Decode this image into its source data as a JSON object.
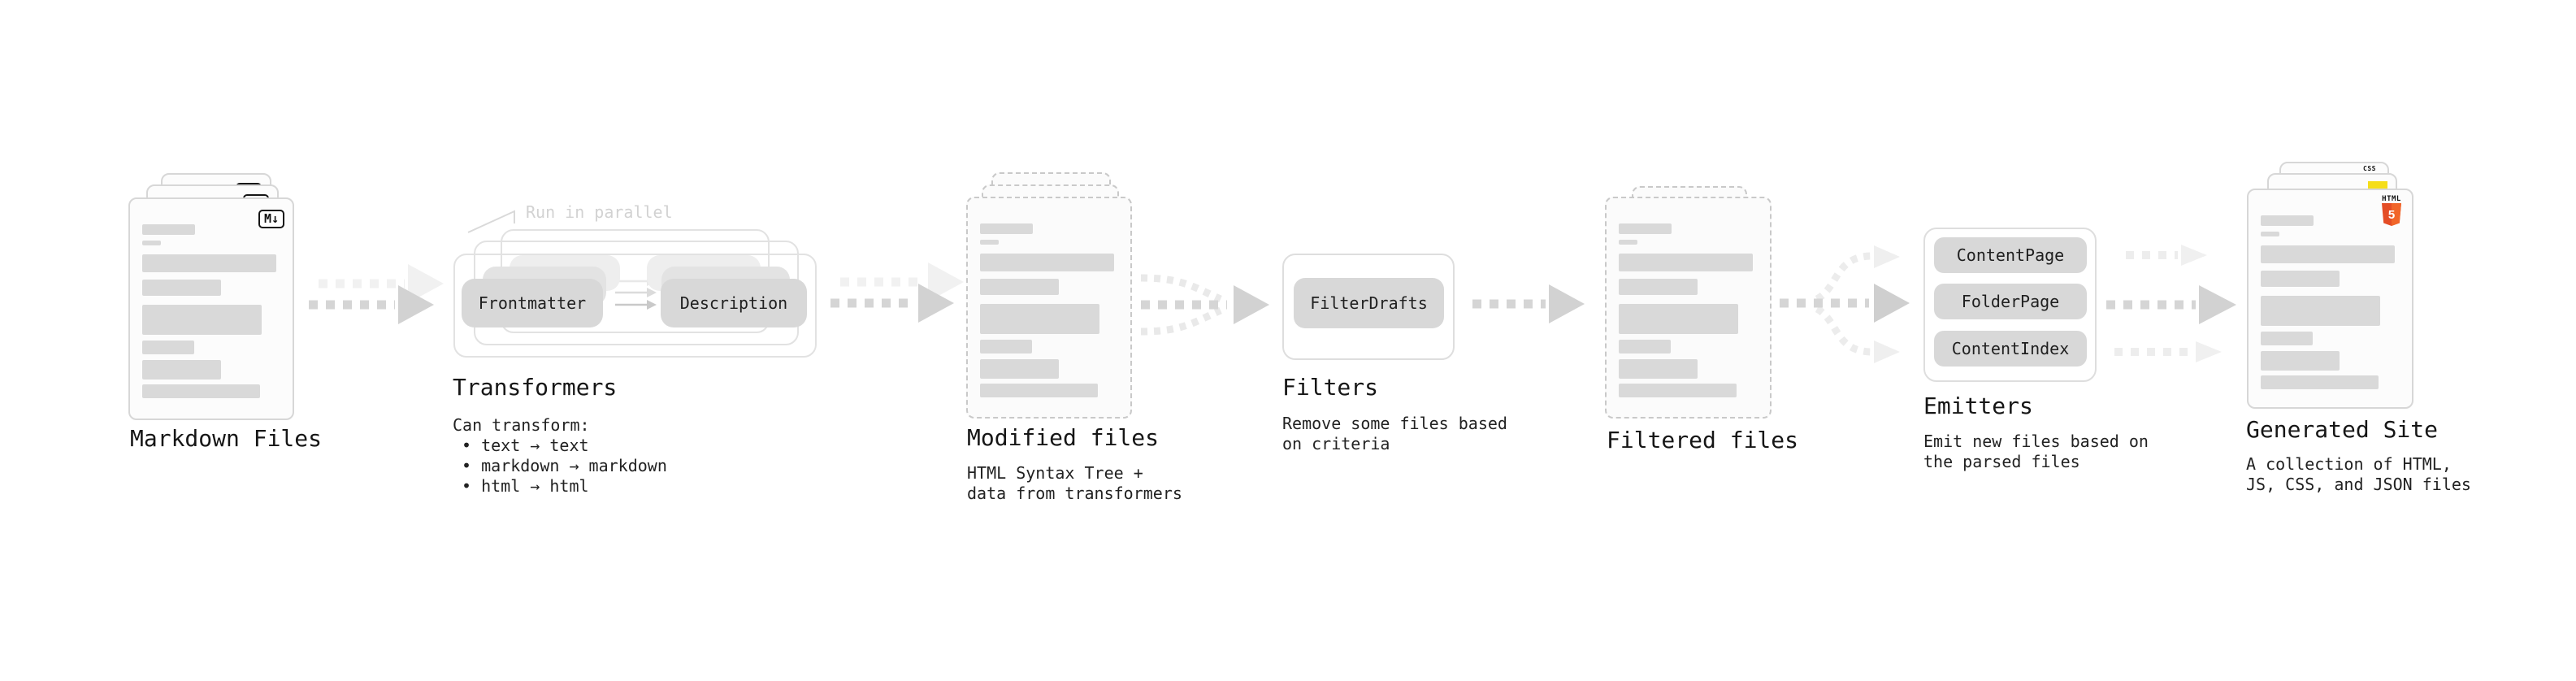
{
  "stages": {
    "markdown": {
      "title": "Markdown Files",
      "file_badge": "M↓"
    },
    "transformers": {
      "title": "Transformers",
      "annotation": "Run in parallel",
      "input_pill": "Frontmatter",
      "output_pill": "Description",
      "desc_heading": "Can transform:",
      "bullets": [
        "• text → text",
        "• markdown → markdown",
        "• html → html"
      ]
    },
    "modified": {
      "title": "Modified files",
      "desc_lines": [
        "HTML Syntax Tree +",
        "data from transformers"
      ]
    },
    "filters": {
      "title": "Filters",
      "pill": "FilterDrafts",
      "desc_lines": [
        "Remove some files based",
        "on criteria"
      ]
    },
    "filtered": {
      "title": "Filtered files"
    },
    "emitters": {
      "title": "Emitters",
      "pills": [
        "ContentPage",
        "FolderPage",
        "ContentIndex"
      ],
      "desc_lines": [
        "Emit new files based on",
        "the parsed files"
      ]
    },
    "generated": {
      "title": "Generated Site",
      "css_badge": "CSS",
      "html_badge_label": "HTML",
      "html_badge_number": "5",
      "desc_lines": [
        "A collection of HTML,",
        "JS, CSS, and JSON files"
      ]
    }
  },
  "colors": {
    "html5_orange": "#e44d26",
    "html5_orange_light": "#f16529",
    "js_yellow": "#f5de19",
    "css_blue": "#264de4",
    "pill_gray": "#d8d8d8",
    "bar_gray": "#d9d9d9",
    "arrow_gray": "#d4d4d4"
  }
}
